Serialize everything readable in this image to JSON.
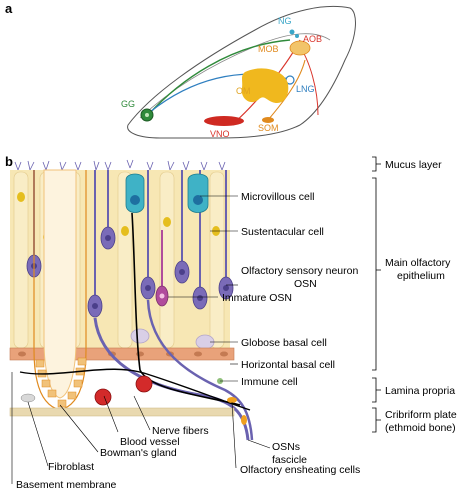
{
  "panel_a": {
    "letter": "a",
    "labels": {
      "ng": "NG",
      "aob": "AOB",
      "mob": "MOB",
      "lng": "LNG",
      "om": "OM",
      "gg": "GG",
      "vno": "VNO",
      "som": "SOM"
    }
  },
  "panel_b": {
    "letter": "b",
    "labels": {
      "microvillous": "Microvillous cell",
      "sustentacular": "Sustentacular cell",
      "osn_line1": "Olfactory sensory neuron",
      "osn_line2": "OSN",
      "immature": "Immature OSN",
      "globose": "Globose basal cell",
      "horizontal": "Horizontal basal cell",
      "immune": "Immune cell",
      "nerve_fibers": "Nerve fibers",
      "blood_vessel": "Blood vessel",
      "bowmans_gland": "Bowman's gland",
      "fibroblast": "Fibroblast",
      "basement_membrane": "Basement membrane",
      "osns_line1": "OSNs",
      "osns_line2": "fascicle",
      "ensheathing": "Olfactory ensheating cells"
    },
    "layers": {
      "mucus": "Mucus layer",
      "epi_line1": "Main olfactory",
      "epi_line2": "epithelium",
      "lamina": "Lamina propria",
      "cribri_line1": "Cribriform plate",
      "cribri_line2": "(ethmoid bone)"
    }
  },
  "colors": {
    "ng": "#3aa6c8",
    "aob": "#d9342b",
    "mob": "#e08a1e",
    "lng": "#2f7fc0",
    "om": "#e0a21e",
    "gg": "#2f8a3a",
    "vno": "#d9342b",
    "som": "#e08a1e",
    "epithelium": "#f7e7b4",
    "osn": "#7a6bb8",
    "microvillous": "#3fb2c6",
    "immature": "#b04c9c",
    "basal_band": "#e9a27a",
    "bowman": "#f1c27a"
  }
}
